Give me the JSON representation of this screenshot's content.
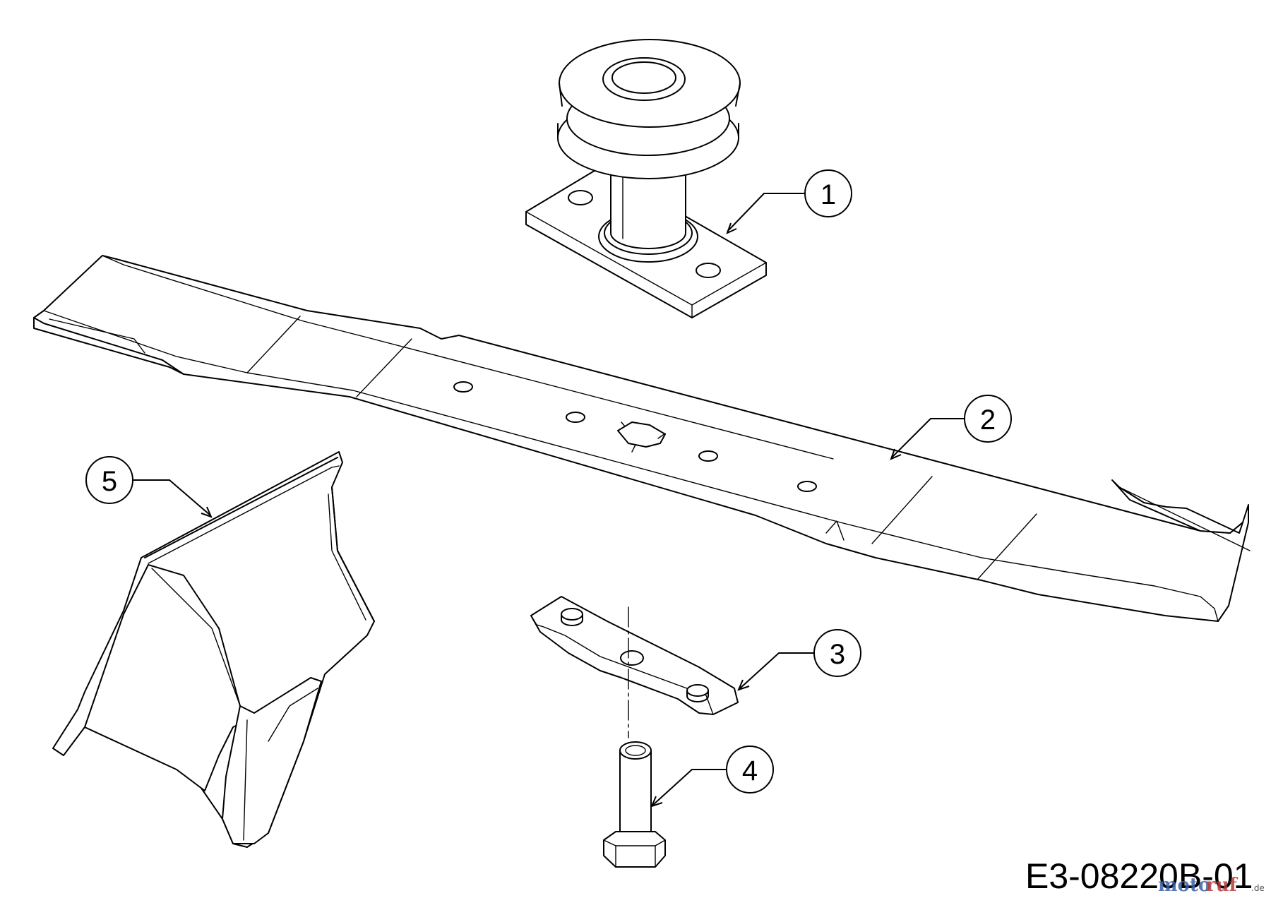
{
  "drawing_code": "E3-08220B-01",
  "watermark": {
    "part_a": "moto",
    "part_b": "ruf",
    "suffix": ".de"
  },
  "callouts": [
    {
      "number": "1",
      "part": "spindle-pulley"
    },
    {
      "number": "2",
      "part": "mower-blade"
    },
    {
      "number": "3",
      "part": "blade-adapter"
    },
    {
      "number": "4",
      "part": "spindle-bolt"
    },
    {
      "number": "5",
      "part": "mulch-plug"
    }
  ]
}
